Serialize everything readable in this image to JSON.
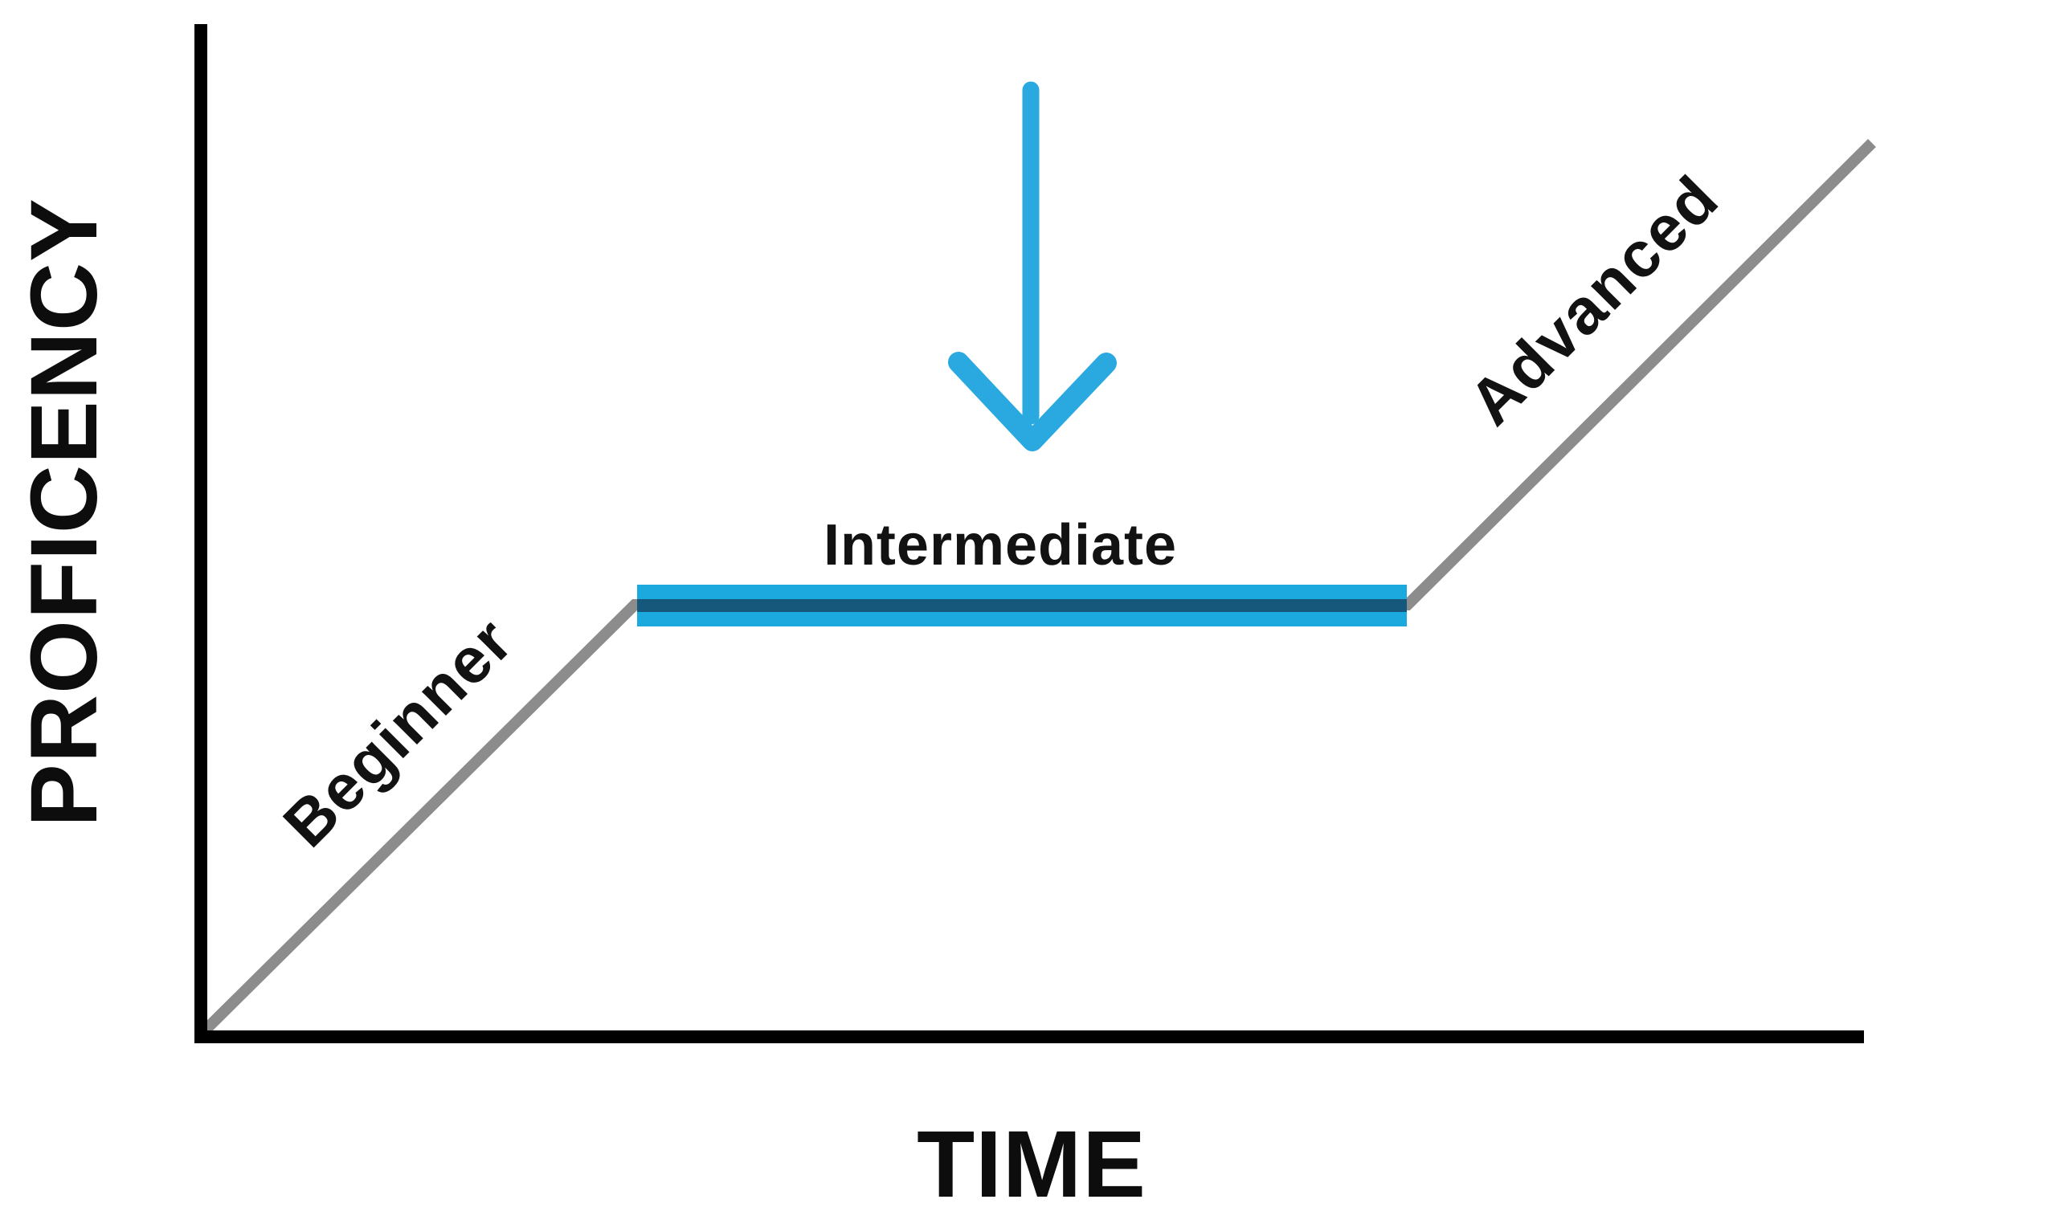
{
  "axes": {
    "y_axis_label": "PROFICENCY",
    "x_axis_label": "TIME",
    "axis_color": "#000000"
  },
  "curve": {
    "line_color": "#8c8c8c",
    "stages": [
      {
        "label": "Beginner",
        "trend": "rising"
      },
      {
        "label": "Intermediate",
        "trend": "plateau"
      },
      {
        "label": "Advanced",
        "trend": "rising"
      }
    ]
  },
  "plateau_highlight": {
    "band_color": "#1ca9dd",
    "stripe_color": "#16587b",
    "arrow_icon": "down-arrow-icon",
    "arrow_color": "#29a9df"
  }
}
